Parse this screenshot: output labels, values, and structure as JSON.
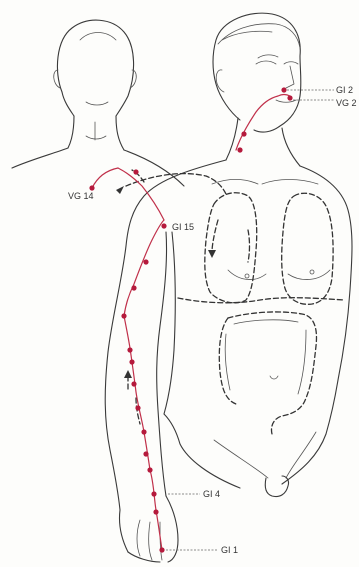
{
  "labels": {
    "gi2": "GI 2",
    "vg2": "VG 2",
    "vg14": "VG 14",
    "gi15": "GI 15",
    "gi4": "GI 4",
    "gi1": "GI 1"
  },
  "colors": {
    "meridian": "#c0304a",
    "point": "#b51a3c",
    "ink": "#3a3a3a"
  }
}
